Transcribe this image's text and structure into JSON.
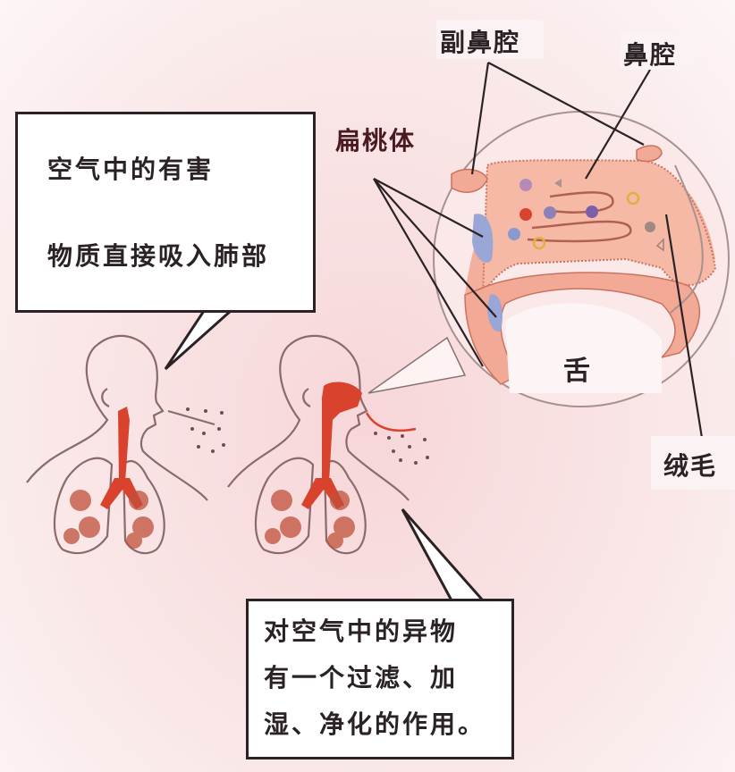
{
  "labels": {
    "paranasal_sinus": "副鼻腔",
    "nasal_cavity": "鼻腔",
    "tonsil": "扁桃体",
    "tongue": "舌",
    "cilia": "绒毛"
  },
  "bubble_left": {
    "line1": "空气中的有害",
    "line2": "物质直接吸入肺部"
  },
  "bubble_bottom": {
    "line1": "对空气中的异物",
    "line2": "有一个过滤、加",
    "line3": "湿、净化的作用。"
  },
  "colors": {
    "airway_red": "#d9432e",
    "outline": "#8a6a6a",
    "tissue_pink": "#f2a995",
    "tonsil_blue": "#9aa6d6",
    "background": "#f9e3e4"
  }
}
